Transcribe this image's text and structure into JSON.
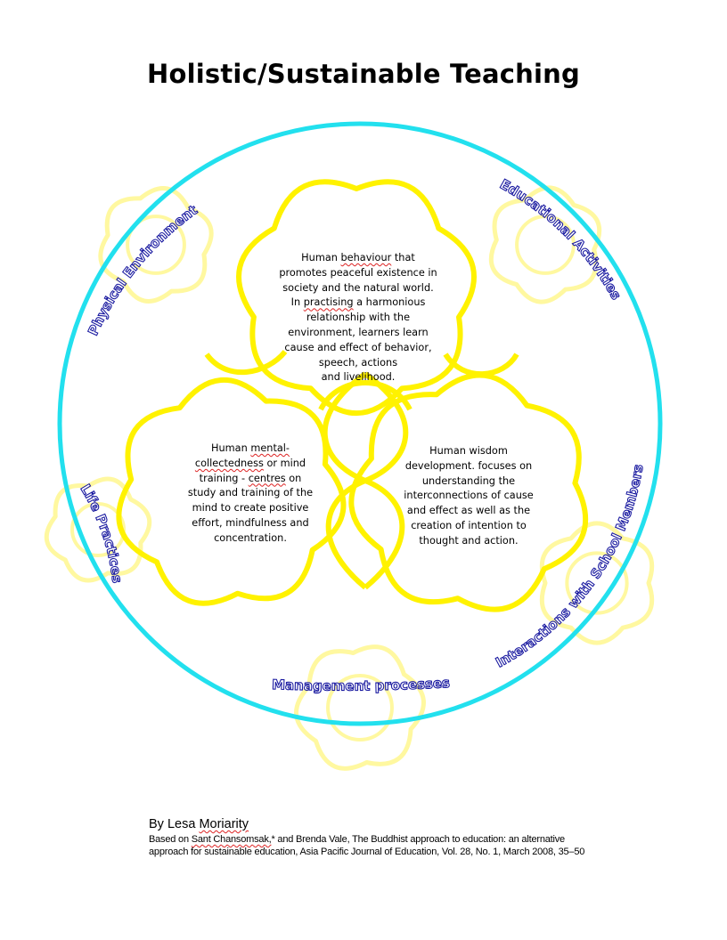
{
  "title": "Holistic/Sustainable Teaching",
  "colors": {
    "outer_circle": "#22e0ee",
    "inner_flowers": "#fff200",
    "outer_flowers": "#fff8a0",
    "label_outline": "#1a1aa0"
  },
  "petals": {
    "top": {
      "line1_word": "Human",
      "line1_underlined": "behaviour",
      "line1_end": "that",
      "lines": [
        "promotes peaceful existence in",
        "society and the natural world."
      ],
      "line4_start": "In",
      "line4_underlined": "practising",
      "line4_end": "a harmonious",
      "lines_after": [
        "relationship with the",
        "environment, learners learn",
        "cause and effect of behavior,",
        "speech, actions",
        "and livelihood."
      ]
    },
    "left": {
      "line1_start": "Human",
      "line1_underlined": "mental-",
      "line2_underlined": "collectedness",
      "line2_end": "or mind",
      "line3_start": "training -",
      "line3_underlined": "centres",
      "line3_end": "on",
      "lines_after": [
        "study and training of the",
        "mind to create positive",
        "effort, mindfulness and",
        "concentration."
      ]
    },
    "right": {
      "lines": [
        "Human wisdom",
        "development. focuses on",
        "understanding the",
        "interconnections of cause",
        "and effect as well as the",
        "creation of intention to",
        "thought and action."
      ]
    }
  },
  "ring_labels": {
    "physical_environment": "Physical Environment",
    "educational_activities": "Educational Activities",
    "life_practices": "Life Practices",
    "interactions": "Interactions with School Members",
    "management": "Management processes"
  },
  "author": {
    "prefix": "By Lesa",
    "name_underlined": "Moriarity"
  },
  "citation": {
    "prefix": "Based on",
    "name_underlined": "Sant Chansomsak,",
    "line1_rest": "* and Brenda Vale, The Buddhist approach to education: an alternative",
    "line2": "approach for sustainable education, Asia Pacific Journal of Education, Vol. 28, No. 1, March 2008, 35–50"
  }
}
